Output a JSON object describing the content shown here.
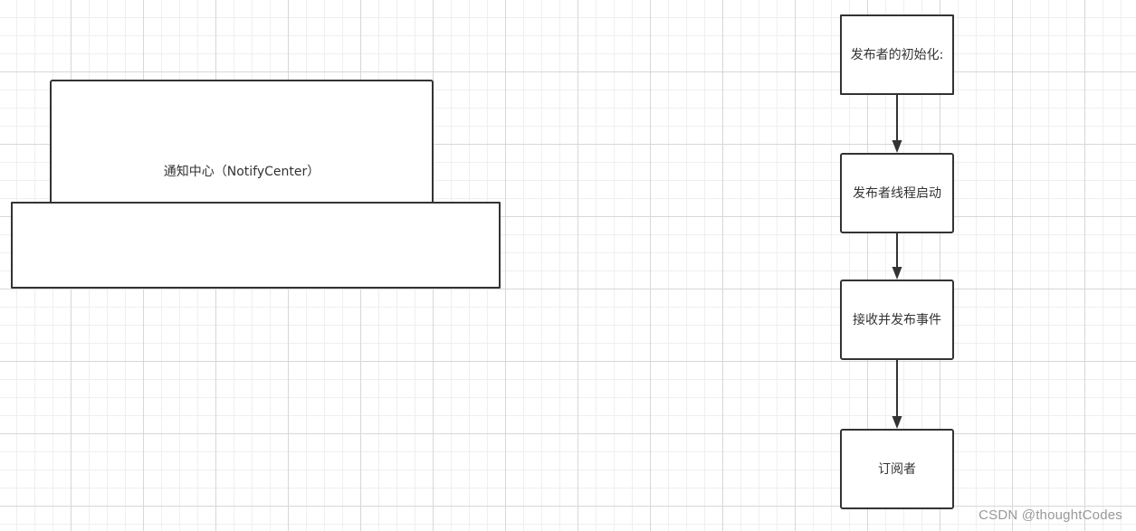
{
  "diagram": {
    "left_group": {
      "notify_center_label": "通知中心（NotifyCenter）",
      "base_box_label": ""
    },
    "flow": [
      {
        "label": "发布者的初始化:"
      },
      {
        "label": "发布者线程启动"
      },
      {
        "label": "接收并发布事件"
      },
      {
        "label": "订阅者"
      }
    ]
  },
  "watermark": "CSDN @thoughtCodes",
  "colors": {
    "stroke": "#333333",
    "grid_major": "#d7d7d7",
    "grid_minor": "#efefef",
    "background": "#ffffff",
    "watermark": "#999999"
  }
}
